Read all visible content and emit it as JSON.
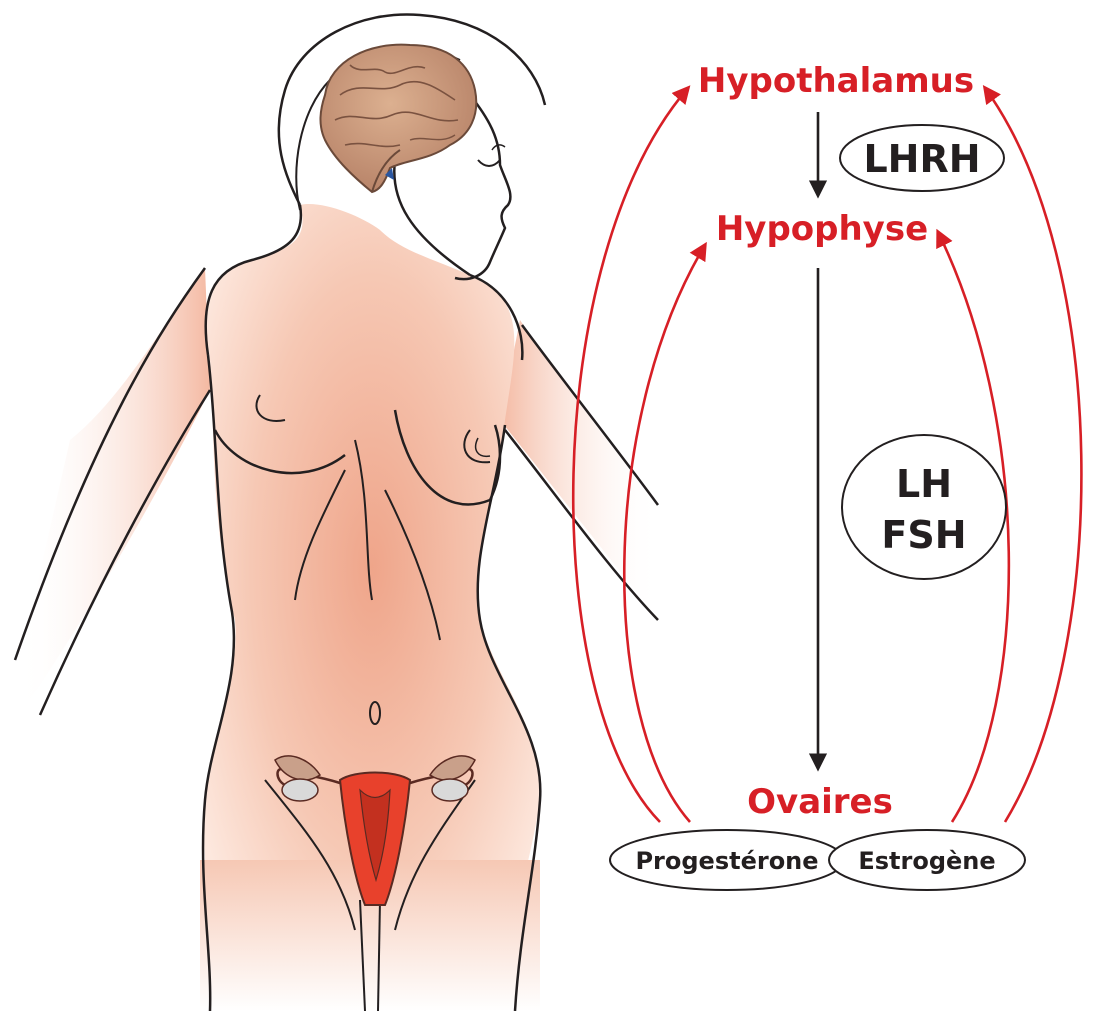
{
  "colors": {
    "feedback": "#d71f26",
    "signal": "#231f20",
    "skin": "#f2b097",
    "uterus": "#e8412c",
    "brain": "#c9967a"
  },
  "nodes": {
    "hypothalamus": "Hypothalamus",
    "hypophyse": "Hypophyse",
    "ovaires": "Ovaires"
  },
  "hormones": {
    "lhrh": "LHRH",
    "lh": "LH",
    "fsh": "FSH",
    "progesterone": "Progestérone",
    "estrogene": "Estrogène"
  },
  "icons": [
    "female-body-icon",
    "brain-icon",
    "uterus-icon"
  ]
}
